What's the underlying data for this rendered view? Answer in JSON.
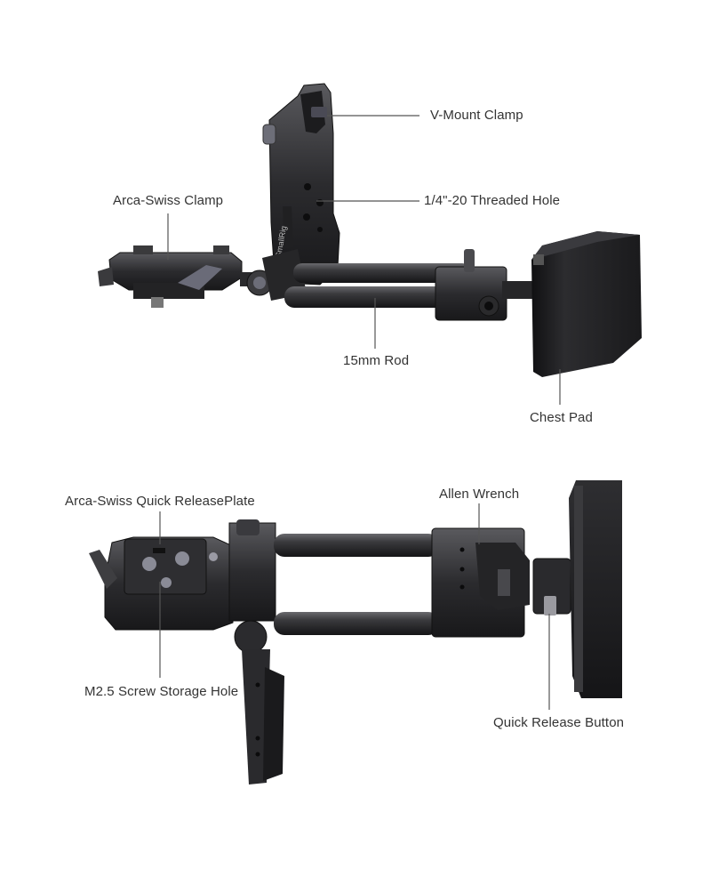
{
  "top_view": {
    "labels": {
      "v_mount_clamp": "V-Mount Clamp",
      "threaded_hole": "1/4\"-20 Threaded Hole",
      "arca_swiss_clamp": "Arca-Swiss Clamp",
      "rod_15mm": "15mm Rod",
      "chest_pad": "Chest Pad"
    },
    "brand_mark": "SmallRig"
  },
  "bottom_view": {
    "labels": {
      "arca_quick_release_plate": "Arca-Swiss Quick ReleasePlate",
      "allen_wrench": "Allen Wrench",
      "m25_screw_storage_hole": "M2.5 Screw Storage Hole",
      "quick_release_button": "Quick Release Button"
    }
  },
  "colors": {
    "background": "#ffffff",
    "label_text": "#333333",
    "leader_line": "#555555",
    "metal_dark": "#2a2a2c",
    "metal_mid": "#3d3d40",
    "pad": "#1f1f21"
  }
}
